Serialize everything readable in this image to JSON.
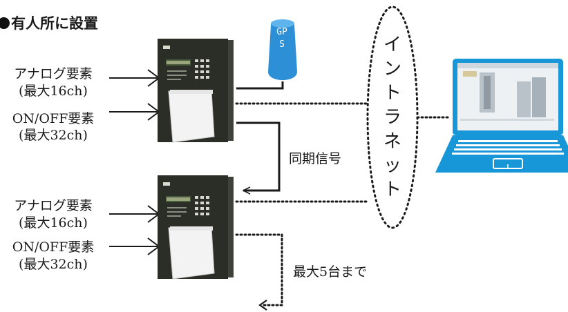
{
  "title": "有人所に設置",
  "colors": {
    "gps": "#2d8fd6",
    "laptop": "#1796d8",
    "recorder_body": "#2b2e26",
    "line": "#1a1a1a"
  },
  "recorder_top": {
    "analog_label": "アナログ要素",
    "analog_max": "(最大16ch)",
    "onoff_label": "ON/OFF要素",
    "onoff_max": "(最大32ch)"
  },
  "recorder_bottom": {
    "analog_label": "アナログ要素",
    "analog_max": "(最大16ch)",
    "onoff_label": "ON/OFF要素",
    "onoff_max": "(最大32ch)"
  },
  "gps_label": "GPS",
  "intranet_label": "イントラネット",
  "sync_label": "同期信号",
  "max_units_label": "最大5台まで",
  "icons": [
    "gps-antenna-icon",
    "recorder-icon",
    "laptop-icon"
  ]
}
